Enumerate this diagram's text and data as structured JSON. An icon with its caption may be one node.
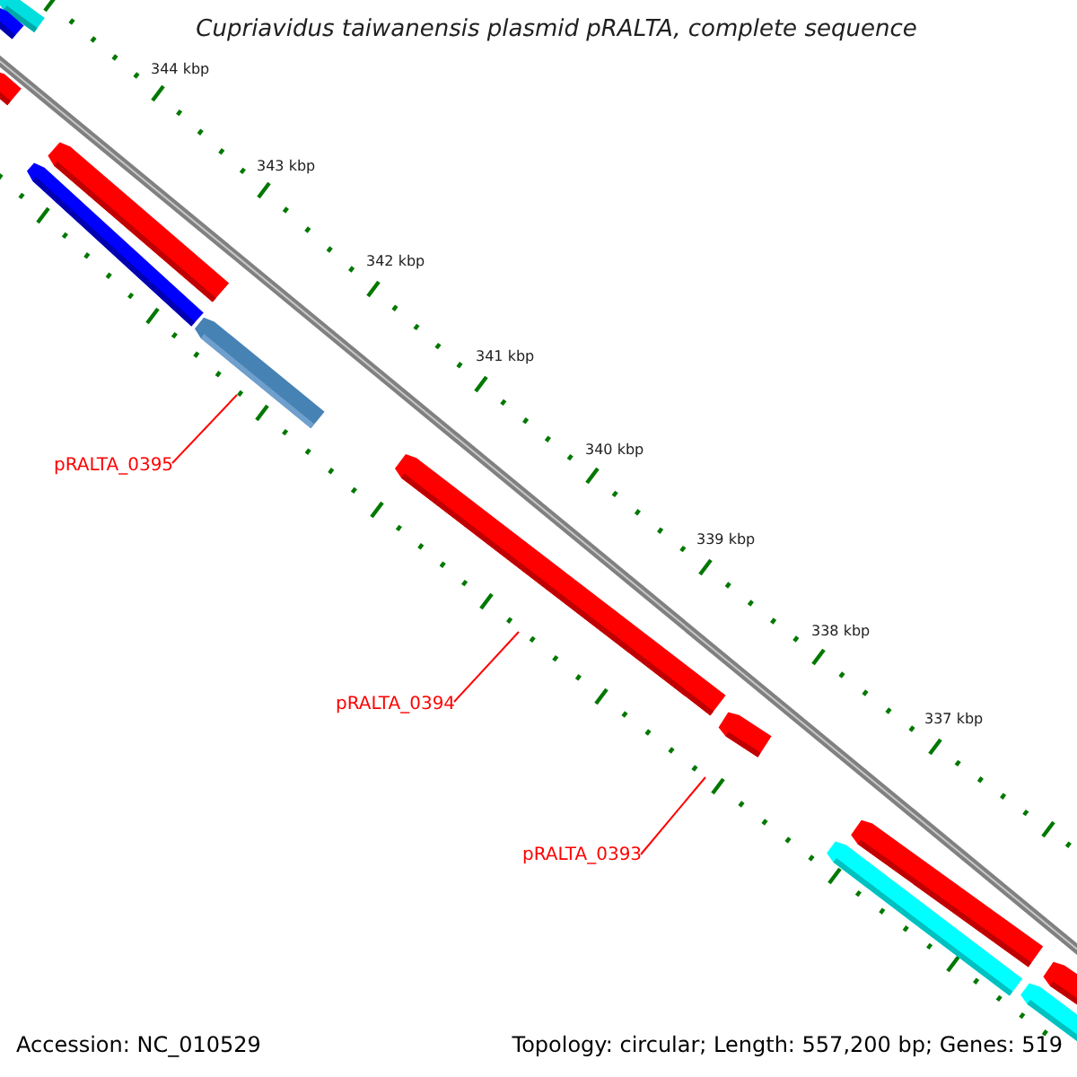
{
  "diagram": {
    "title": "Cupriavidus taiwanensis plasmid pRALTA, complete sequence",
    "nodes": [
      {
        "text": [
          "pRALTA_0395"
        ]
      },
      {
        "text": [
          "pRALTA_0394"
        ]
      },
      {
        "text": [
          "pRALTA_0393"
        ]
      },
      {
        "text": [],
        "shape": "bar"
      },
      {
        "text": [],
        "shape": "bar"
      },
      {
        "text": [],
        "shape": "bar"
      },
      {
        "text": [],
        "shape": "bar"
      },
      {
        "text": [],
        "shape": "bar"
      },
      {
        "text": [],
        "shape": "bar"
      },
      {
        "text": [],
        "shape": "bar"
      },
      {
        "text": [],
        "shape": "bar"
      },
      {
        "text": [],
        "shape": "bar"
      },
      {
        "text": [],
        "shape": "bar"
      },
      {
        "text": [],
        "shape": "bar"
      },
      {
        "text": [],
        "shape": "bar"
      }
    ],
    "edges": [
      {
        "from": 0,
        "to": 8,
        "arrow": "none"
      },
      {
        "from": 1,
        "to": 9,
        "arrow": "none"
      },
      {
        "from": 2,
        "to": 10,
        "arrow": "none"
      }
    ],
    "labels": [
      "344 kbp",
      "343 kbp",
      "342 kbp",
      "341 kbp",
      "340 kbp",
      "339 kbp",
      "338 kbp",
      "337 kbp",
      "Accession: NC_010529",
      "Topology: circular; Length: 557,200 bp; Genes: 519"
    ]
  }
}
